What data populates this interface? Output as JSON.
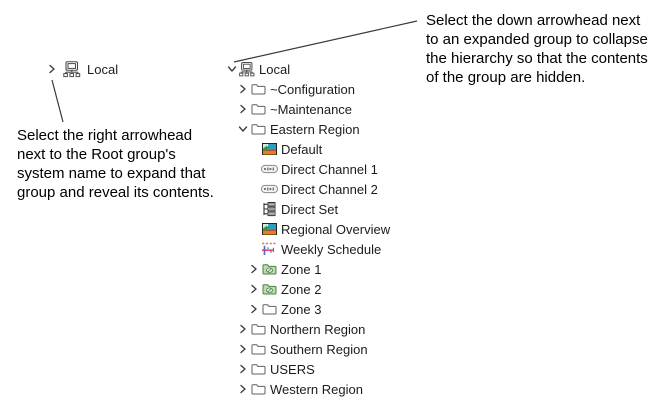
{
  "annotations": {
    "left": {
      "text": "Select the right arrowhead\nnext to the Root group's\nsystem name to expand that\ngroup and reveal its contents."
    },
    "right": {
      "text": "Select the down arrowhead next\nto an expanded group to collapse\nthe hierarchy so that the contents\nof the group are hidden."
    }
  },
  "left_tree": {
    "items": [
      {
        "label": "Local",
        "icon": "computer-network",
        "chevron": "right",
        "level": 0
      }
    ]
  },
  "right_tree": {
    "items": [
      {
        "label": "Local",
        "icon": "computer-network",
        "chevron": "down",
        "level": 0
      },
      {
        "label": "~Configuration",
        "icon": "folder",
        "chevron": "right",
        "level": 1
      },
      {
        "label": "~Maintenance",
        "icon": "folder",
        "chevron": "right",
        "level": 1
      },
      {
        "label": "Eastern Region",
        "icon": "folder",
        "chevron": "down",
        "level": 1
      },
      {
        "label": "Default",
        "icon": "display",
        "chevron": "none",
        "level": 2
      },
      {
        "label": "Direct Channel 1",
        "icon": "channel",
        "chevron": "none",
        "level": 2
      },
      {
        "label": "Direct Channel 2",
        "icon": "channel",
        "chevron": "none",
        "level": 2
      },
      {
        "label": "Direct Set",
        "icon": "set",
        "chevron": "none",
        "level": 2
      },
      {
        "label": "Regional Overview",
        "icon": "display",
        "chevron": "none",
        "level": 2
      },
      {
        "label": "Weekly Schedule",
        "icon": "schedule",
        "chevron": "none",
        "level": 2
      },
      {
        "label": "Zone 1",
        "icon": "zone-folder",
        "chevron": "right",
        "level": 2
      },
      {
        "label": "Zone 2",
        "icon": "zone-folder",
        "chevron": "right",
        "level": 2
      },
      {
        "label": "Zone 3",
        "icon": "folder",
        "chevron": "right",
        "level": 2
      },
      {
        "label": "Northern Region",
        "icon": "folder",
        "chevron": "right",
        "level": 1
      },
      {
        "label": "Southern Region",
        "icon": "folder",
        "chevron": "right",
        "level": 1
      },
      {
        "label": "USERS",
        "icon": "folder",
        "chevron": "right",
        "level": 1
      },
      {
        "label": "Western Region",
        "icon": "folder",
        "chevron": "right",
        "level": 1
      }
    ]
  },
  "colors": {
    "background": "#ffffff",
    "text": "#1c1c1c",
    "annotation_text": "#000000",
    "leader_line": "#3a3a3a",
    "chevron": "#3f3f3f",
    "icon_outline": "#4a4a4a",
    "folder_outline": "#5f5f5f",
    "zone_folder_fill": "#b9dcb0",
    "zone_folder_outline": "#4e7d46",
    "display_sky": "#2f9bc0",
    "display_sky_light": "#cfe9f2",
    "display_ground": "#e2821e",
    "display_stripe": "#c23a2a",
    "display_plant": "#2f8f2f",
    "schedule_orange": "#e08020",
    "schedule_blue": "#4472c4",
    "schedule_magenta": "#d04070",
    "channel_fill": "#f2f2f2",
    "channel_outline": "#8a8a8a",
    "channel_marks": "#555555",
    "set_outline": "#333333",
    "set_fill_accent": "#d8eef0"
  }
}
